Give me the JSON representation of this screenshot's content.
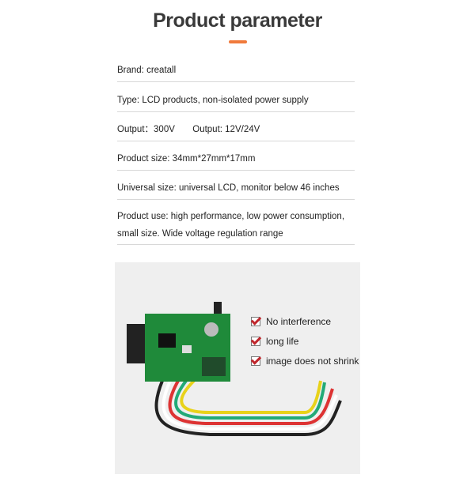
{
  "header": {
    "title": "Product parameter"
  },
  "params": [
    {
      "text": "Brand:  creatall"
    },
    {
      "text": "Type:  LCD products, non-isolated power supply"
    },
    {
      "text": "Output：300V       Output: 12V/24V"
    },
    {
      "text": "Product size: 34mm*27mm*17mm"
    },
    {
      "text": "Universal size: universal LCD, monitor below 46 inches"
    },
    {
      "text": "Product use: high performance, low power consumption, small size. Wide voltage regulation range"
    }
  ],
  "features": [
    {
      "label": "No interference"
    },
    {
      "label": "long life"
    },
    {
      "label": "image does not shrink"
    }
  ],
  "colors": {
    "accent": "#f07a3c",
    "check": "#c0262c",
    "pcb": "#1f8a3a"
  }
}
